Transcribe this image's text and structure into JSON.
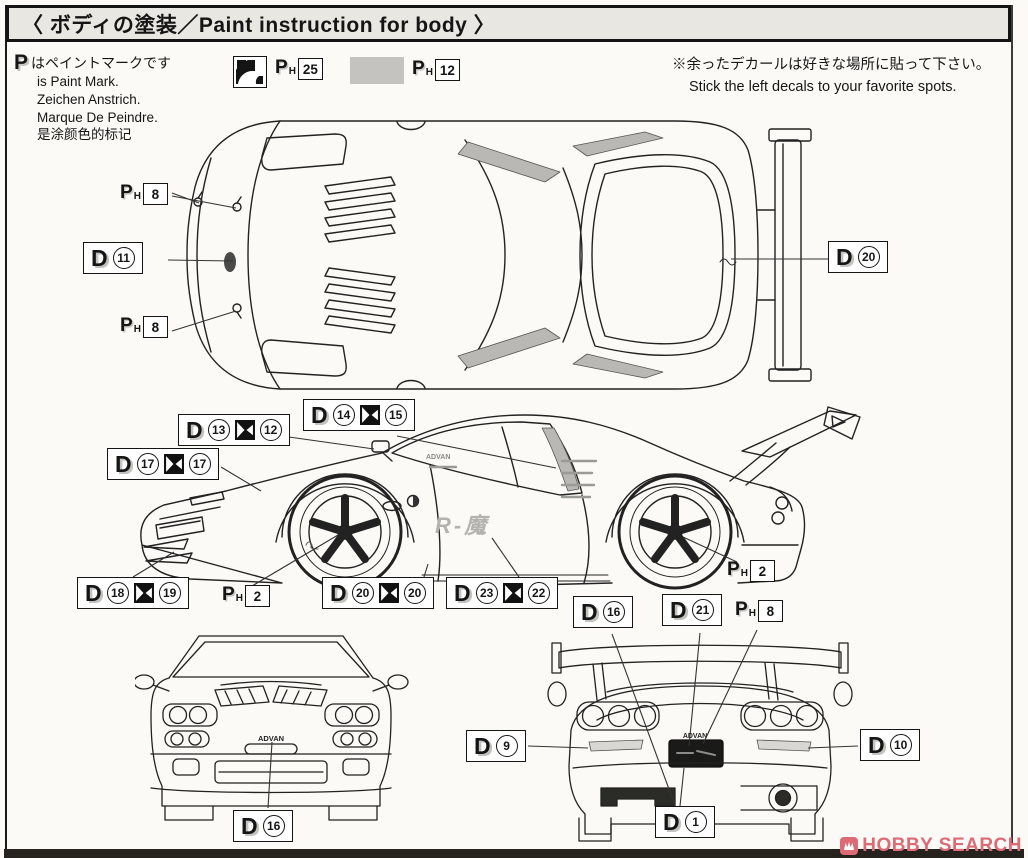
{
  "title": "〈 ボディの塗装／Paint instruction for body 〉",
  "symbols": {
    "decal_letter": "D",
    "paint_p": "P",
    "paint_h": "H"
  },
  "paint_mark_note": {
    "ja": "はペイントマークです",
    "en": "is Paint Mark.",
    "de": "Zeichen Anstrich.",
    "fr": "Marque De Peindre.",
    "zh": "是涂颜色的标记"
  },
  "swatches": {
    "pattern": {
      "number": "25"
    },
    "gray": {
      "number": "12",
      "color": "#c4c3bf"
    }
  },
  "decal_note": {
    "ja": "※余ったデカールは好きな場所に貼って下さい。",
    "en": "Stick the left decals to your favorite spots."
  },
  "callouts": {
    "ph8_hood_top": {
      "num": "8"
    },
    "d11": {
      "n1": "11"
    },
    "ph8_hood_front": {
      "num": "8"
    },
    "d20_roof": {
      "n1": "20"
    },
    "d13_12": {
      "n1": "13",
      "n2": "12"
    },
    "d14_15": {
      "n1": "14",
      "n2": "15"
    },
    "d17_17": {
      "n1": "17",
      "n2": "17"
    },
    "d18_19": {
      "n1": "18",
      "n2": "19"
    },
    "ph2_front_wheel": {
      "num": "2"
    },
    "d20_20": {
      "n1": "20",
      "n2": "20"
    },
    "d23_22": {
      "n1": "23",
      "n2": "22"
    },
    "ph2_rear_wheel": {
      "num": "2"
    },
    "d16_side_rear": {
      "n1": "16"
    },
    "d21_side_rear": {
      "n1": "21"
    },
    "ph8_rear": {
      "num": "8"
    },
    "d9": {
      "n1": "9"
    },
    "d10": {
      "n1": "10"
    },
    "d1": {
      "n1": "1"
    },
    "d16_front": {
      "n1": "16"
    }
  },
  "car_decals": {
    "advan": "ADVAN",
    "r_magic_logo": "R-魔"
  },
  "watermark": {
    "text": "HOBBY SEARCH",
    "color": "#dd6b76"
  }
}
